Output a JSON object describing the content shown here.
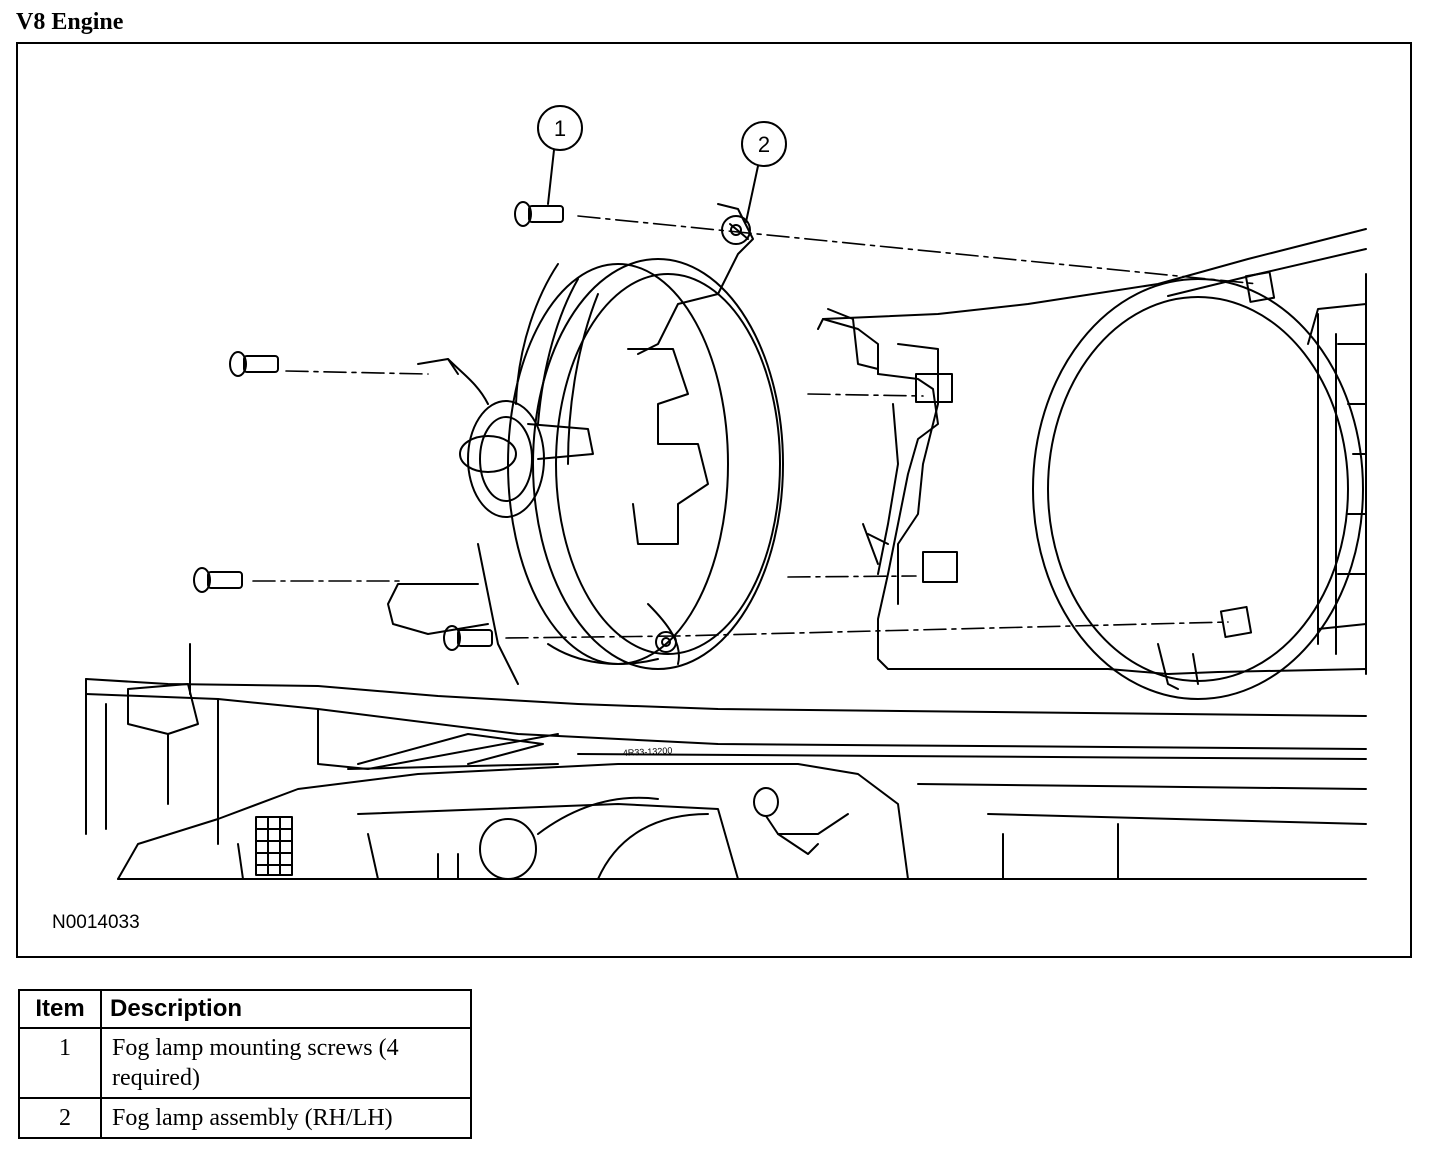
{
  "title": "V8 Engine",
  "figure": {
    "reference_code": "N0014033",
    "callouts": [
      "1",
      "2"
    ],
    "part_stamp": "4R33-13200"
  },
  "legend": {
    "headers": [
      "Item",
      "Description"
    ],
    "rows": [
      {
        "item": "1",
        "description": "Fog lamp mounting screws (4 required)"
      },
      {
        "item": "2",
        "description": "Fog lamp assembly (RH/LH)"
      }
    ]
  }
}
